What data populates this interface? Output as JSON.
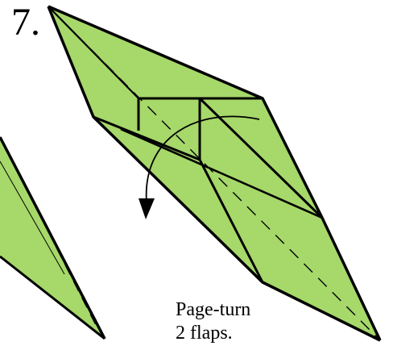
{
  "step": {
    "number": "7."
  },
  "instruction": {
    "line1": "Page-turn",
    "line2": "2 flaps."
  },
  "colors": {
    "paper": "#a6d86a",
    "outline": "#000000",
    "background": "#ffffff"
  },
  "icons": {
    "turn_arrow": "curved-arrow-down-icon"
  }
}
